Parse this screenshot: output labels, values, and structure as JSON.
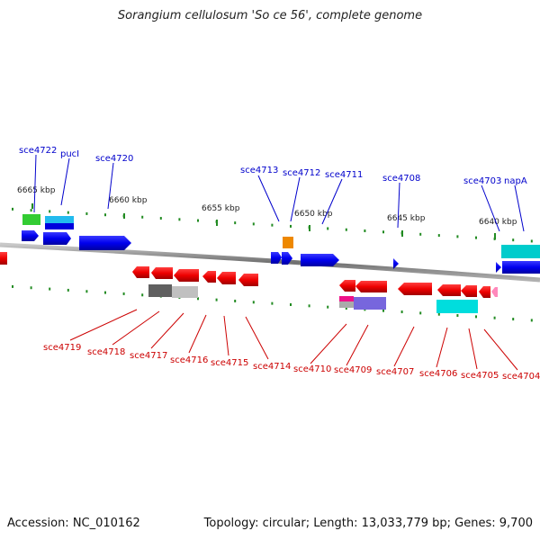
{
  "title": "Sorangium cellulosum 'So ce 56', complete genome",
  "footer": {
    "accession": "Accession: NC_010162",
    "info": "Topology: circular; Length: 13,033,779 bp; Genes: 9,700"
  },
  "kbp_labels": [
    "6665 kbp",
    "6660 kbp",
    "6655 kbp",
    "6650 kbp",
    "6645 kbp",
    "6640 kbp"
  ],
  "genes_top": [
    "sce4722",
    "pucI",
    "sce4720",
    "sce4713",
    "sce4712",
    "sce4711",
    "sce4708",
    "sce4703",
    "napA"
  ],
  "genes_bottom": [
    "sce4719",
    "sce4718",
    "sce4717",
    "sce4716",
    "sce4715",
    "sce4714",
    "sce4710",
    "sce4709",
    "sce4707",
    "sce4706",
    "sce4705",
    "sce4704"
  ],
  "colors": {
    "forward_gene": "#0000ee",
    "reverse_gene": "#ee0000",
    "forward_label": "#0000cc",
    "reverse_label": "#cc0000",
    "backbone": "#808080",
    "ticks": "#228b22"
  }
}
